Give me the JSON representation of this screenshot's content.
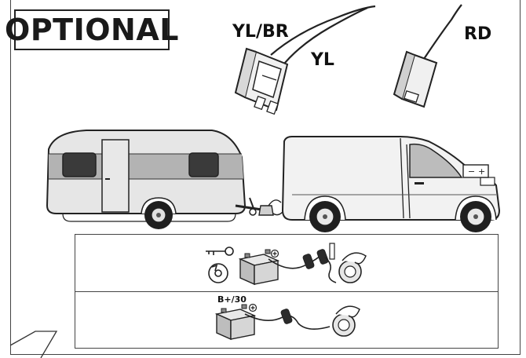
{
  "badge": {
    "text": "OPTIONAL"
  },
  "connector_labels": {
    "yellow_brown": "YL/BR",
    "yellow": "YL",
    "red": "RD"
  },
  "panel_bottom": {
    "terminal_label": "B+/30"
  },
  "colors": {
    "line": "#222222",
    "frame": "#444444",
    "caravan_body": "#e6e6e6",
    "caravan_stripe": "#b3b3b3",
    "van_body": "#f2f2f2",
    "tyre": "#1f1f1f",
    "battery": "#cfcfcf"
  },
  "icons": [
    "ignition-key-icon",
    "ignition-switch-icon",
    "plus-symbol-icon",
    "battery-icon",
    "fuse-holder-icon",
    "socket-icon"
  ]
}
